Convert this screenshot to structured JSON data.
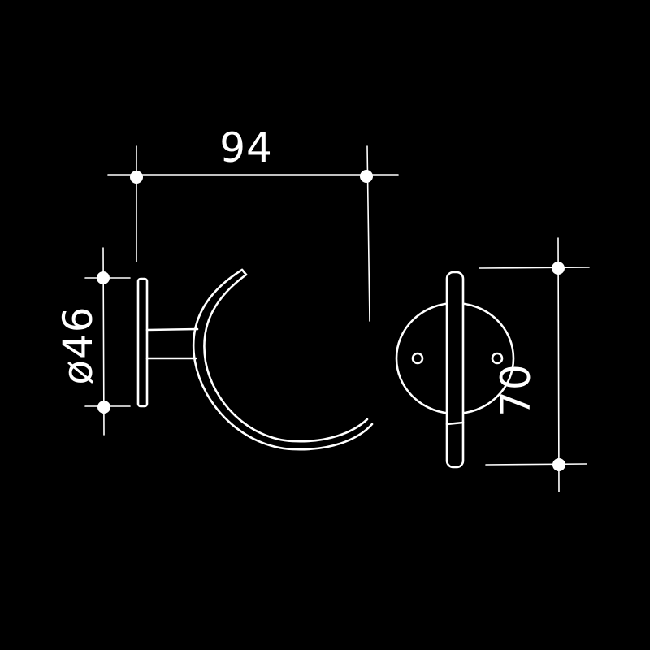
{
  "colors": {
    "background": "#000000",
    "line": "#ffffff"
  },
  "dimensions": {
    "depth": "94",
    "rose_diameter": "ø46",
    "height": "70"
  }
}
